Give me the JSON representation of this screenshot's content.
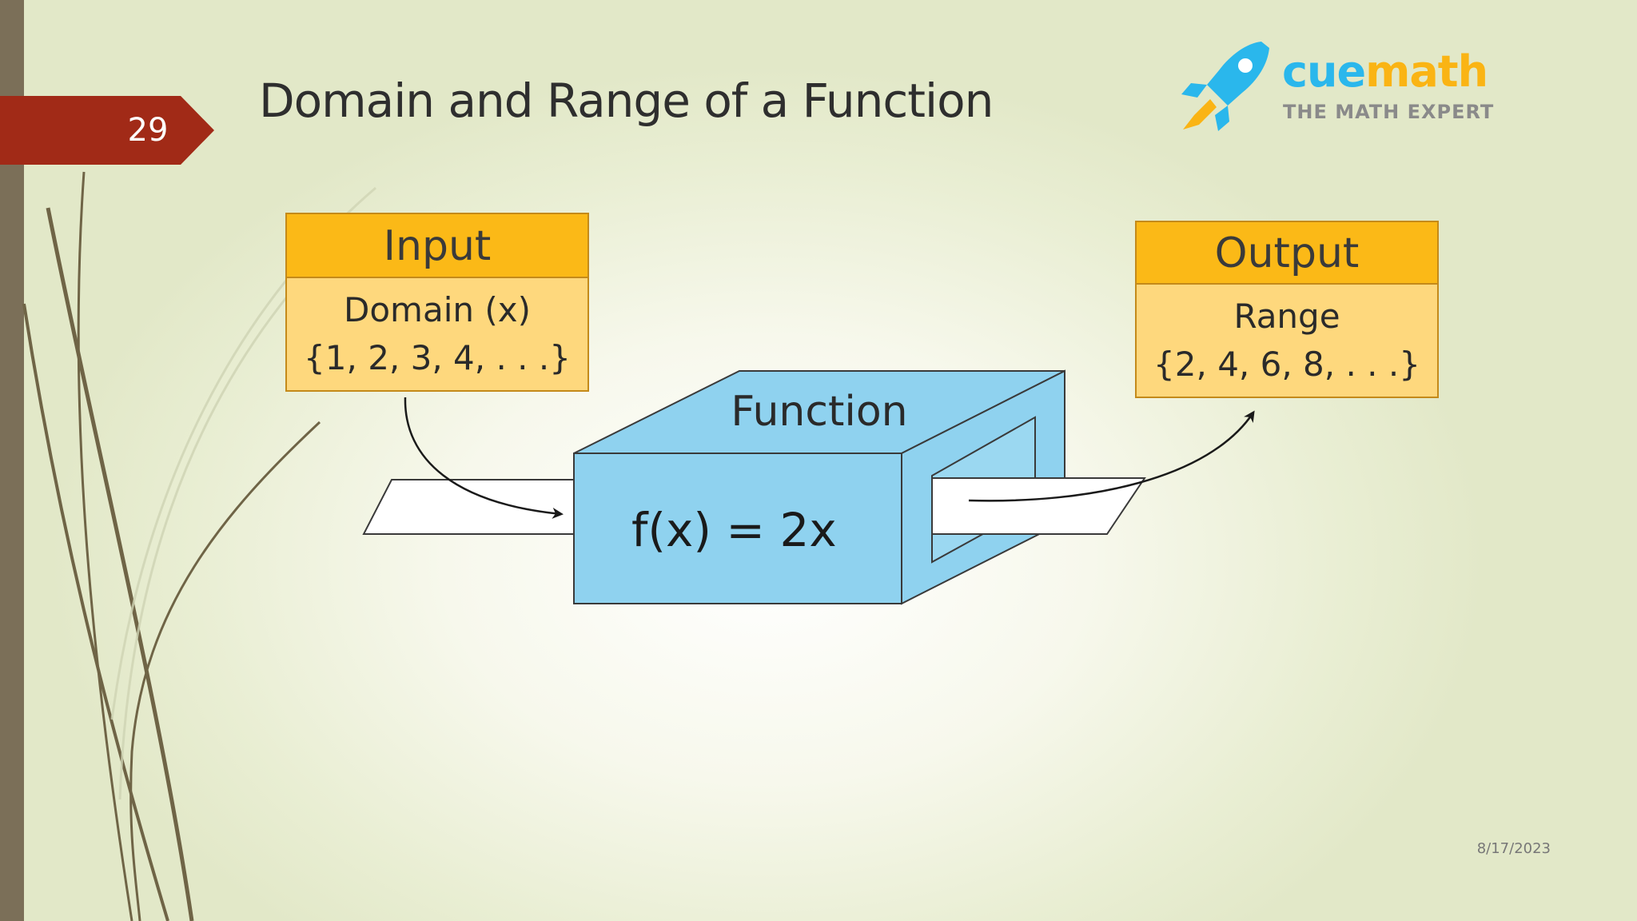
{
  "slide": {
    "number": "29",
    "title": "Domain and Range of a Function",
    "date": "8/17/2023",
    "colors": {
      "badge": "#a12a17",
      "left_bar": "#7b6f58",
      "box_head": "#fbb917",
      "box_body": "#fed87d",
      "function_box": "#8fd2ef"
    }
  },
  "logo": {
    "word_part1": "cue",
    "word_part2": "math",
    "tagline": "THE MATH EXPERT",
    "icon": "rocket-icon"
  },
  "diagram": {
    "input": {
      "title": "Input",
      "line1": "Domain (x)",
      "line2": "{1, 2, 3, 4, . . .}"
    },
    "function": {
      "label": "Function",
      "formula": "f(x) = 2x"
    },
    "output": {
      "title": "Output",
      "line1": "Range",
      "line2": "{2, 4, 6, 8, . . .}"
    }
  }
}
